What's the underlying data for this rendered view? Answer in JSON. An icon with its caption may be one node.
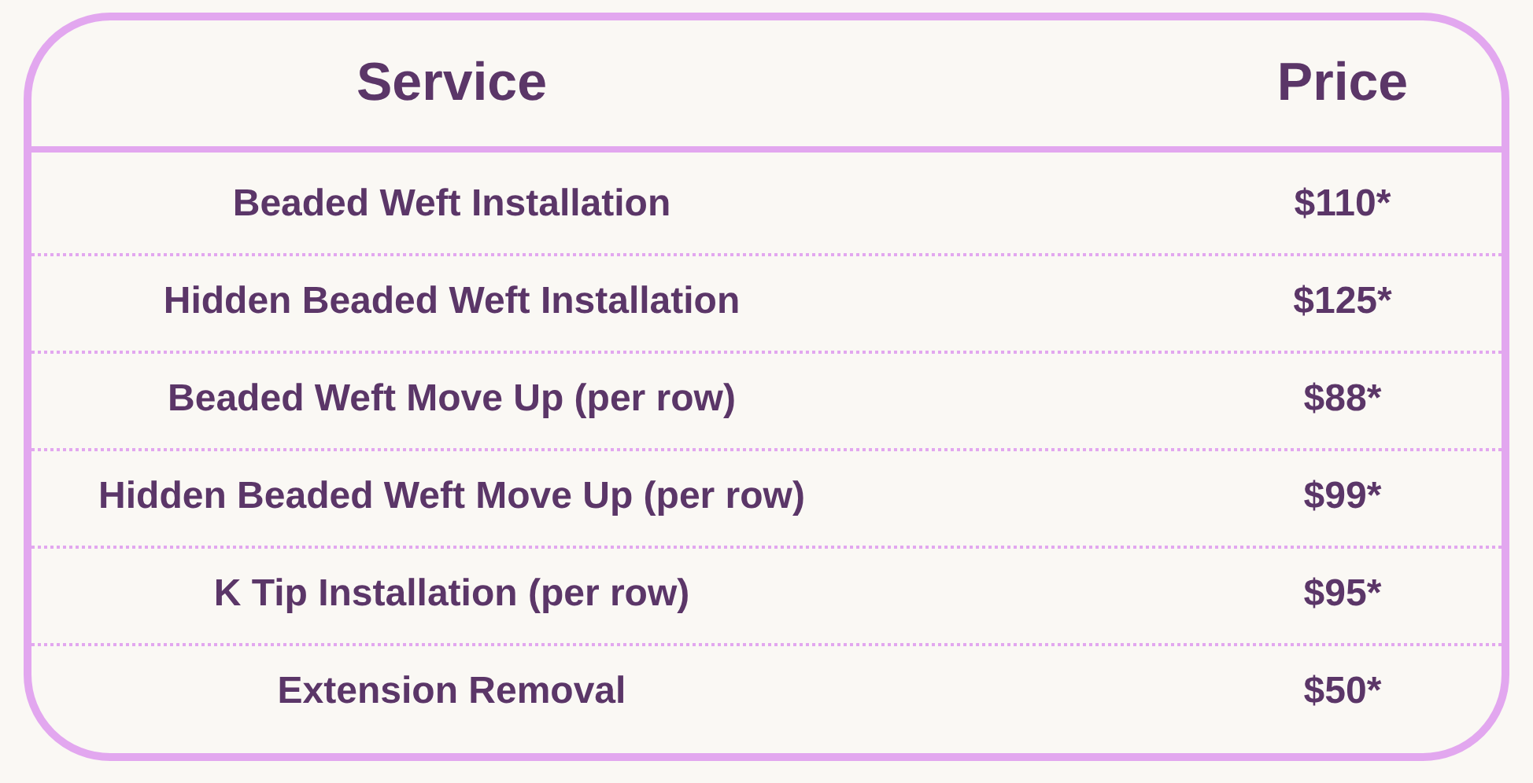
{
  "diagram": {
    "labels": [
      "Service",
      "Price",
      "Beaded Weft Installation",
      "$110*",
      "Hidden Beaded Weft Installation",
      "$125*",
      "Beaded Weft Move Up (per row)",
      "$88*",
      "Hidden Beaded Weft Move Up (per row)",
      "$99*",
      "K Tip Installation (per row)",
      "$95*",
      "Extension Removal",
      "$50*"
    ]
  }
}
